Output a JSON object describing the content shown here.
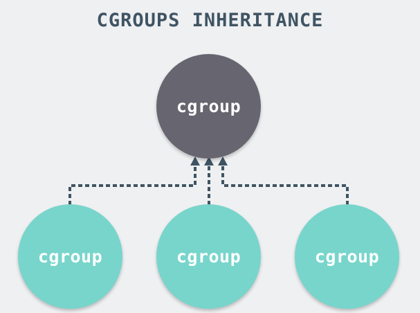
{
  "title": "CGROUPS INHERITANCE",
  "nodes": {
    "parent": {
      "label": "cgroup"
    },
    "children": [
      {
        "label": "cgroup"
      },
      {
        "label": "cgroup"
      },
      {
        "label": "cgroup"
      }
    ]
  },
  "colors": {
    "background": "#eff0f2",
    "title": "#3f5463",
    "parent_fill": "#67656f",
    "child_fill": "#78d5cb",
    "connector": "#3f5463"
  }
}
